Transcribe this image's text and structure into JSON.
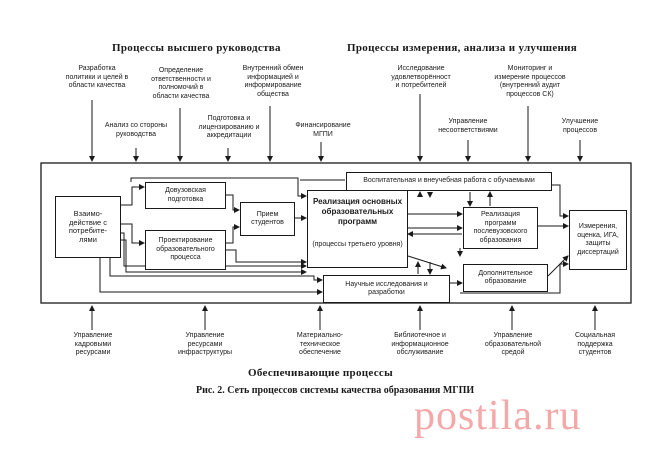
{
  "headers": {
    "top_left": "Процессы высшего руководства",
    "top_right": "Процессы измерения, анализа и улучшения",
    "bottom": "Обеспечивающие процессы"
  },
  "caption": "Рис. 2. Сеть процессов системы качества образования МГПИ",
  "top_inputs": [
    "Разработка\nполитики и целей в\nобласти качества",
    "Анализ со стороны\nруководства",
    "Определение\nответственности и\nполномочий в\nобласти качества",
    "Подготовка и\nлицензированию и\nаккредитации",
    "Внутренний обмен\nинформацией и\nинформирование\nобщества",
    "Финансирование\nМГПИ",
    "Исследование\nудовлетворённост\nи потребителей",
    "Управление\nнесоответствиями",
    "Мониторинг и\nизмерение процессов\n(внутренний аудит\nпроцессов СК)",
    "Улучшение\nпроцессов"
  ],
  "bottom_inputs": [
    "Управление\nкадровыми\nресурсами",
    "Управление\nресурсами\nинфраструктуры",
    "Материально-\nтехническое\nобеспечение",
    "Библиотечное и\nинформационное\nобслуживание",
    "Управление\nобразовательной\nсредой",
    "Социальная\nподдержка\nстудентов"
  ],
  "boxes": {
    "consumers": "Взаимо-\nдействие с\nпотребите-\nлями",
    "preuniversity": "Довузовская\nподготовка",
    "design": "Проектирование\nобразовательного\nпроцесса",
    "admission": "Прием\nстудентов",
    "core_title": "Реализация основных\nобразовательных\nпрограмм",
    "core_sub": "(процессы третьего уровня)",
    "upbringing": "Воспитательная и внеучебная работа с обучаемыми",
    "postgraduate": "Реализация\nпрограмм\nпослевузовского\nобразования",
    "additional": "Дополнительное\nобразование",
    "research": "Научные исследования и\nразработки",
    "measurement": "Измерения,\nоценка, ИГА,\nзащиты\nдиссертаций"
  },
  "watermark": "postila.ru"
}
